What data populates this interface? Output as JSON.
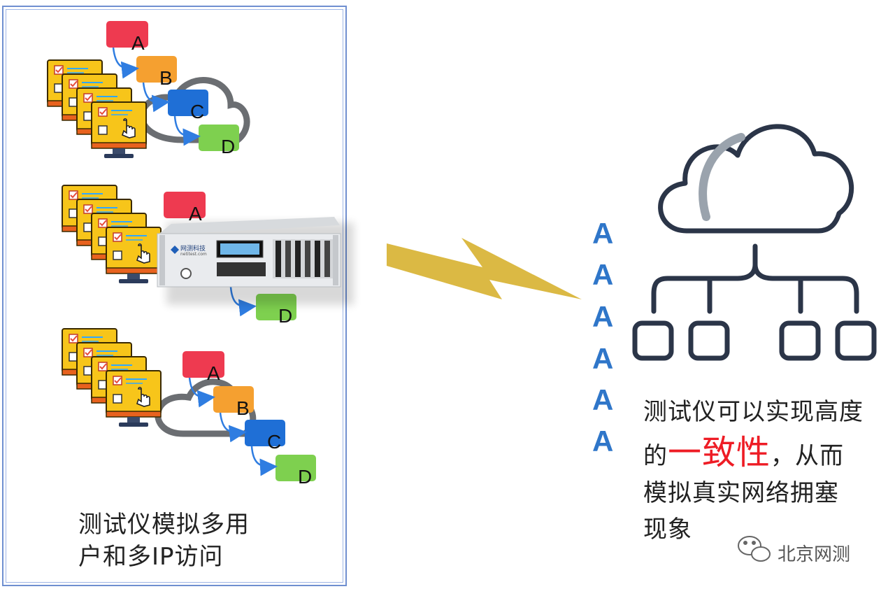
{
  "left_panel": {
    "caption_line1": "测试仪模拟多用",
    "caption_line2": "户和多IP访问",
    "sequence_labels": [
      "A",
      "B",
      "C",
      "D"
    ]
  },
  "device": {
    "brand": "网测科技",
    "brand_url": "netitest.com"
  },
  "stream": {
    "letters": [
      "A",
      "A",
      "A",
      "A",
      "A",
      "A"
    ]
  },
  "right_panel": {
    "line1": "测试仪可以实现高度",
    "line2_prefix": "的",
    "line2_emphasis": "一致性",
    "line2_suffix": "，从而",
    "line3": "模拟真实网络拥塞",
    "line4": "现象"
  },
  "watermark": {
    "text": "北京网测"
  },
  "colors": {
    "box_a": "#ee3a50",
    "box_b": "#f5a030",
    "box_c": "#1f6fd6",
    "box_d": "#7ed04f",
    "monitor": "#f7c51a",
    "monitor_base": "#e8621e",
    "arrow": "#2f7de1",
    "cloud_stroke": "#6b6e72",
    "lightning": "#d9b53a",
    "stream_text": "#2f76c9",
    "emphasis": "#ee1c25",
    "network_icon": "#2b3548"
  }
}
